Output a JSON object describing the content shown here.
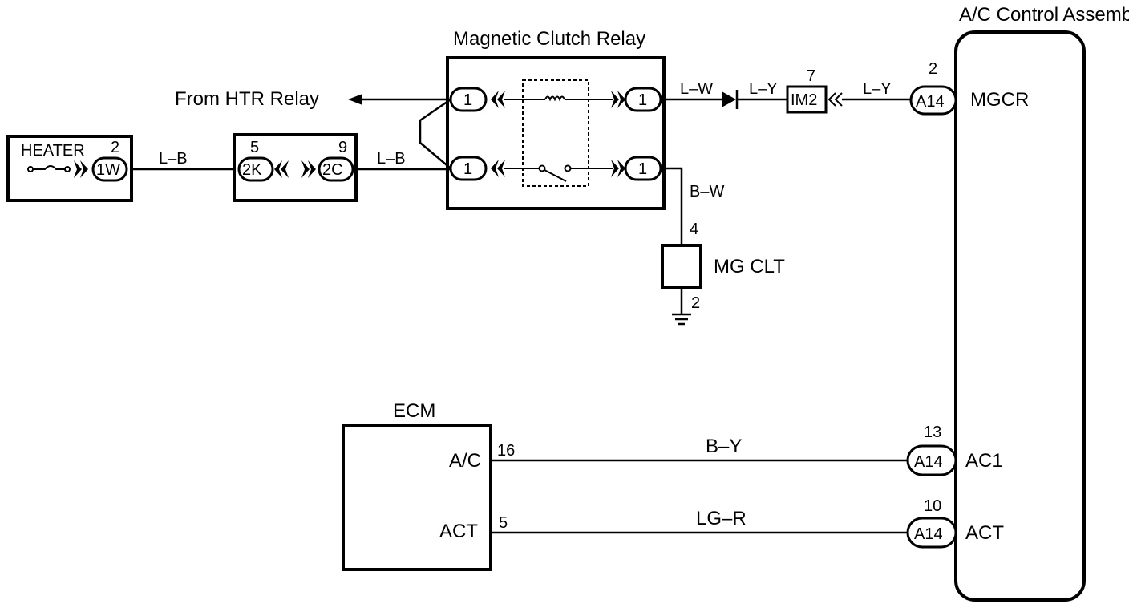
{
  "components": {
    "ac_control": {
      "title": "A/C Control Assembly",
      "mgcr_pin": "2",
      "mgcr_conn": "A14",
      "mgcr_label": "MGCR",
      "ac1_pin": "13",
      "ac1_conn": "A14",
      "ac1_label": "AC1",
      "act_pin": "10",
      "act_conn": "A14",
      "act_label": "ACT"
    },
    "relay": {
      "title": "Magnetic Clutch Relay",
      "pin_tl": "1",
      "pin_tr": "1",
      "pin_bl": "1",
      "pin_br": "1"
    },
    "heater": {
      "label": "HEATER",
      "pin": "2",
      "conn": "1W"
    },
    "junction": {
      "pin_left": "5",
      "conn_left": "2K",
      "pin_right": "9",
      "conn_right": "2C"
    },
    "mg_clt": {
      "label": "MG CLT",
      "pin_top": "4",
      "pin_bottom": "2"
    },
    "ecm": {
      "title": "ECM",
      "ac_label": "A/C",
      "ac_pin": "16",
      "act_label": "ACT",
      "act_pin": "5"
    },
    "im2": {
      "pin": "7",
      "conn": "IM2"
    },
    "htr_relay": {
      "label": "From HTR Relay"
    }
  },
  "wires": {
    "heater_to_junction": "L–B",
    "junction_to_relay": "L–B",
    "relay_to_diode": "L–W",
    "diode_to_im2": "L–Y",
    "im2_to_ac": "L–Y",
    "relay_to_mgclt": "B–W",
    "ecm_ac_to_ac1": "B–Y",
    "ecm_act_to_act": "LG–R"
  }
}
